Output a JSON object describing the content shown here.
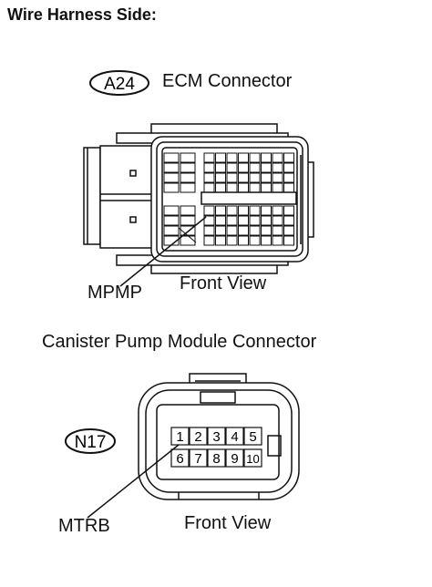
{
  "header": {
    "title": "Wire Harness Side:"
  },
  "ecm_connector": {
    "code": "A24",
    "title": "ECM Connector",
    "view_label": "Front View",
    "pin_label": "MPMP"
  },
  "pump_connector": {
    "title": "Canister Pump Module Connector",
    "code": "N17",
    "view_label": "Front View",
    "pin_label": "MTRB",
    "pins_top": [
      "1",
      "2",
      "3",
      "4",
      "5"
    ],
    "pins_bottom": [
      "6",
      "7",
      "8",
      "9",
      "10"
    ]
  }
}
